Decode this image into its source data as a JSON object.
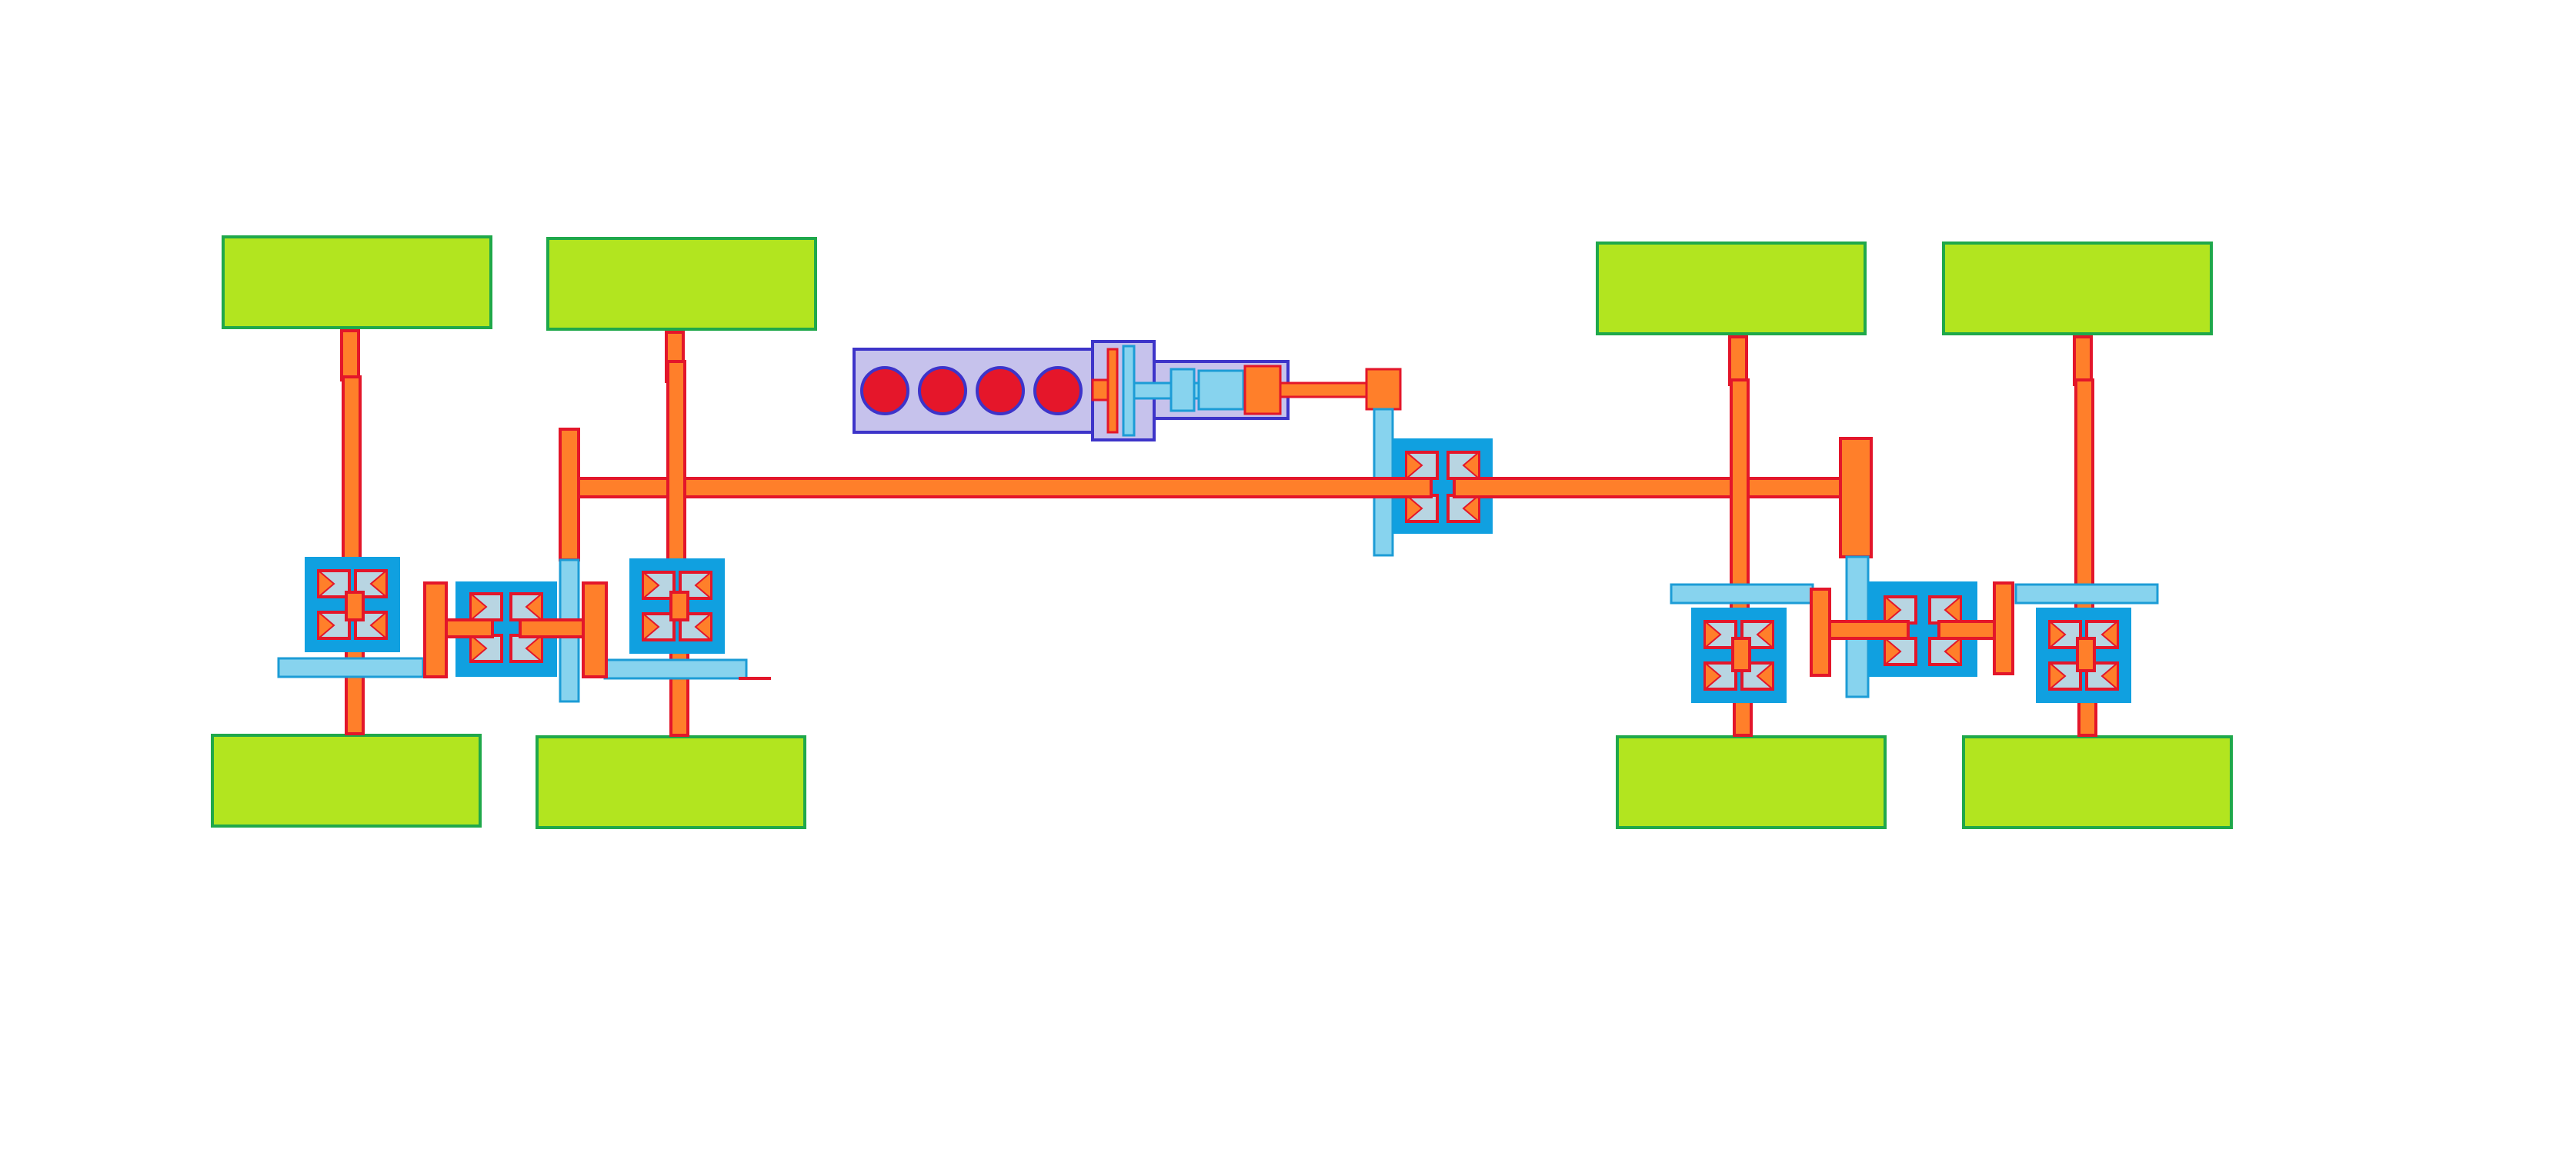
{
  "colors": {
    "background": "#ffffff",
    "wheel_fill": "#b2e51f",
    "wheel_stroke": "#1fa84a",
    "shaft_fill": "#ff7f2a",
    "shaft_stroke": "#e3162a",
    "housing_fill": "#10a0e0",
    "housing_light": "#87d3ee",
    "housing_stroke": "#1c9cd6",
    "gear_fill": "#b8d5e2",
    "engine_fill": "#c6c2ec",
    "engine_stroke": "#3d34c9",
    "cylinder_fill": "#e5162a"
  },
  "diagram": {
    "engine": {
      "cylinders": 4
    },
    "axles": [
      "front-left-axle",
      "front-right-axle",
      "rear-left-axle",
      "rear-right-axle"
    ],
    "wheels_count": 8
  }
}
